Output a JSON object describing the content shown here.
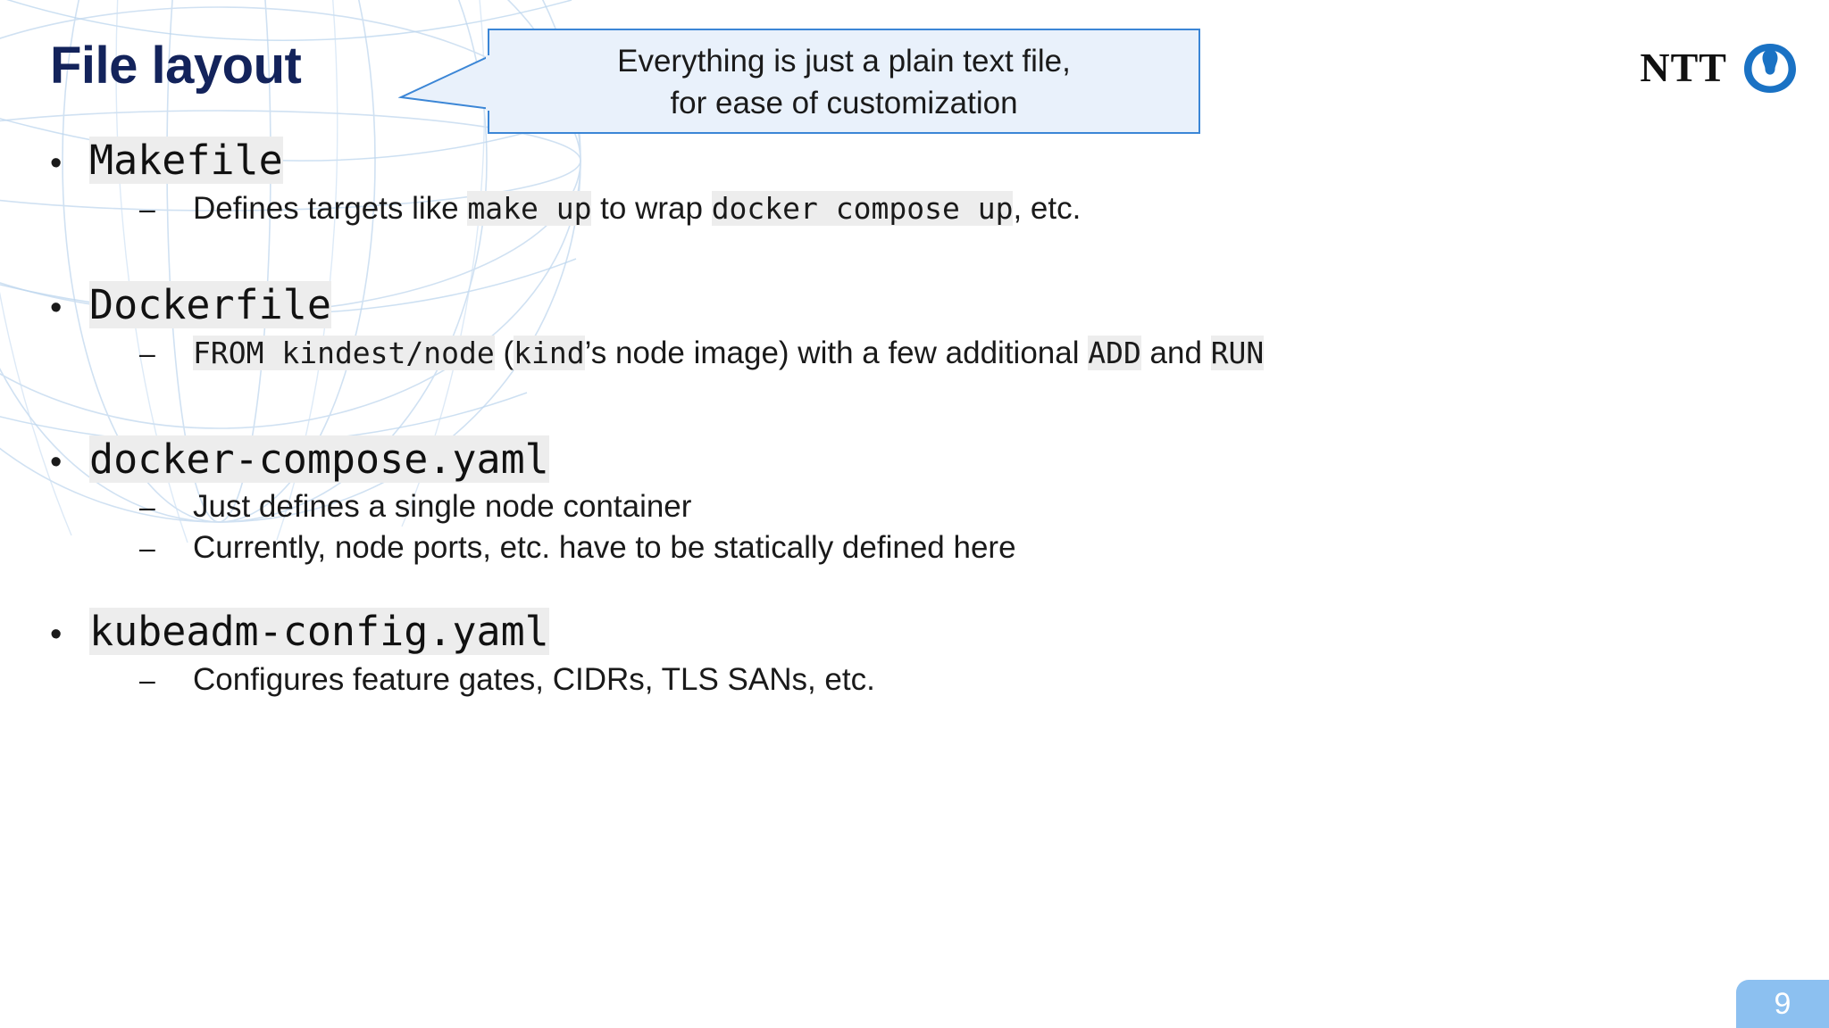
{
  "slide": {
    "title": "File layout",
    "page_number": "9",
    "accent_blue": "#3b86d6",
    "callout_fill": "#e9f1fb",
    "title_color": "#13235b",
    "highlight_color": "#ededed",
    "page_badge_color": "#8cc0f0"
  },
  "callout": {
    "line1": "Everything is just a plain text file,",
    "line2": "for ease of customization",
    "text": "Everything is just a plain text file,\nfor ease of customization"
  },
  "logo": {
    "wordmark": "NTT",
    "mark_name": "ntt-swirl-icon",
    "mark_color": "#1a72c4"
  },
  "bullets": {
    "marker_l1": "•",
    "marker_l2": "–"
  },
  "items": [
    {
      "id": "makefile",
      "label": "Makefile",
      "subs": [
        {
          "id": "makefile-sub-1",
          "parts": [
            {
              "text": "Defines targets like ",
              "style": "plain"
            },
            {
              "text": "make up",
              "style": "code"
            },
            {
              "text": " to wrap ",
              "style": "plain"
            },
            {
              "text": "docker compose up",
              "style": "code"
            },
            {
              "text": ", etc.",
              "style": "plain"
            }
          ]
        }
      ]
    },
    {
      "id": "dockerfile",
      "label": "Dockerfile",
      "subs": [
        {
          "id": "dockerfile-sub-1",
          "parts": [
            {
              "text": "FROM kindest/node",
              "style": "code"
            },
            {
              "text": " (",
              "style": "plain"
            },
            {
              "text": "kind",
              "style": "code"
            },
            {
              "text": "’s node image) with a few additional ",
              "style": "plain"
            },
            {
              "text": "ADD",
              "style": "code"
            },
            {
              "text": " and ",
              "style": "plain"
            },
            {
              "text": "RUN",
              "style": "code"
            }
          ]
        }
      ]
    },
    {
      "id": "docker-compose-yaml",
      "label": "docker-compose.yaml",
      "subs": [
        {
          "id": "compose-sub-1",
          "parts": [
            {
              "text": "Just defines a single node container",
              "style": "plain"
            }
          ]
        },
        {
          "id": "compose-sub-2",
          "parts": [
            {
              "text": "Currently, node ports, etc. have to be statically defined here",
              "style": "plain"
            }
          ]
        }
      ]
    },
    {
      "id": "kubeadm-config-yaml",
      "label": "kubeadm-config.yaml",
      "subs": [
        {
          "id": "kubeadm-sub-1",
          "parts": [
            {
              "text": "Configures feature gates, CIDRs, TLS SANs, etc.",
              "style": "plain"
            }
          ]
        }
      ]
    }
  ]
}
